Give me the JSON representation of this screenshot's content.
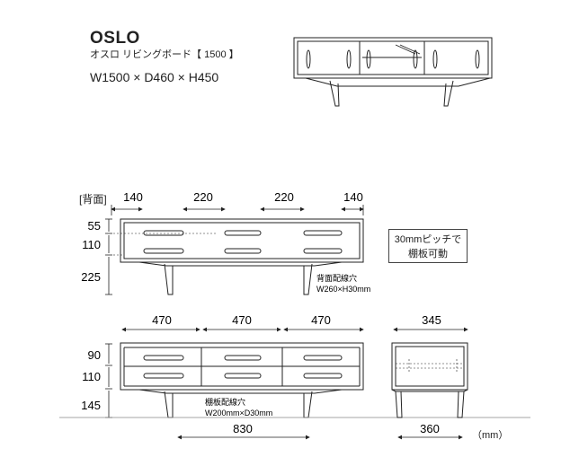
{
  "product": {
    "name": "OSLO",
    "subtitle": "オスロ リビングボード【 1500 】",
    "overall_dims": "W1500 × D460 × H450"
  },
  "back_view": {
    "label": "[背面]",
    "widths": [
      "140",
      "220",
      "220",
      "140"
    ],
    "heights": [
      "55",
      "110",
      "225"
    ],
    "hole_label": "背面配線穴",
    "hole_size": "W260×H30mm"
  },
  "note": {
    "line1": "30mmピッチで",
    "line2": "棚板可動"
  },
  "front_view": {
    "widths": [
      "470",
      "470",
      "470"
    ],
    "heights": [
      "90",
      "110",
      "145"
    ],
    "shelf_hole_label": "棚板配線穴",
    "shelf_hole_size": "W200mm×D30mm",
    "leg_span": "830"
  },
  "side_view": {
    "depth": "345",
    "leg_span": "360"
  },
  "unit": "（mm）"
}
